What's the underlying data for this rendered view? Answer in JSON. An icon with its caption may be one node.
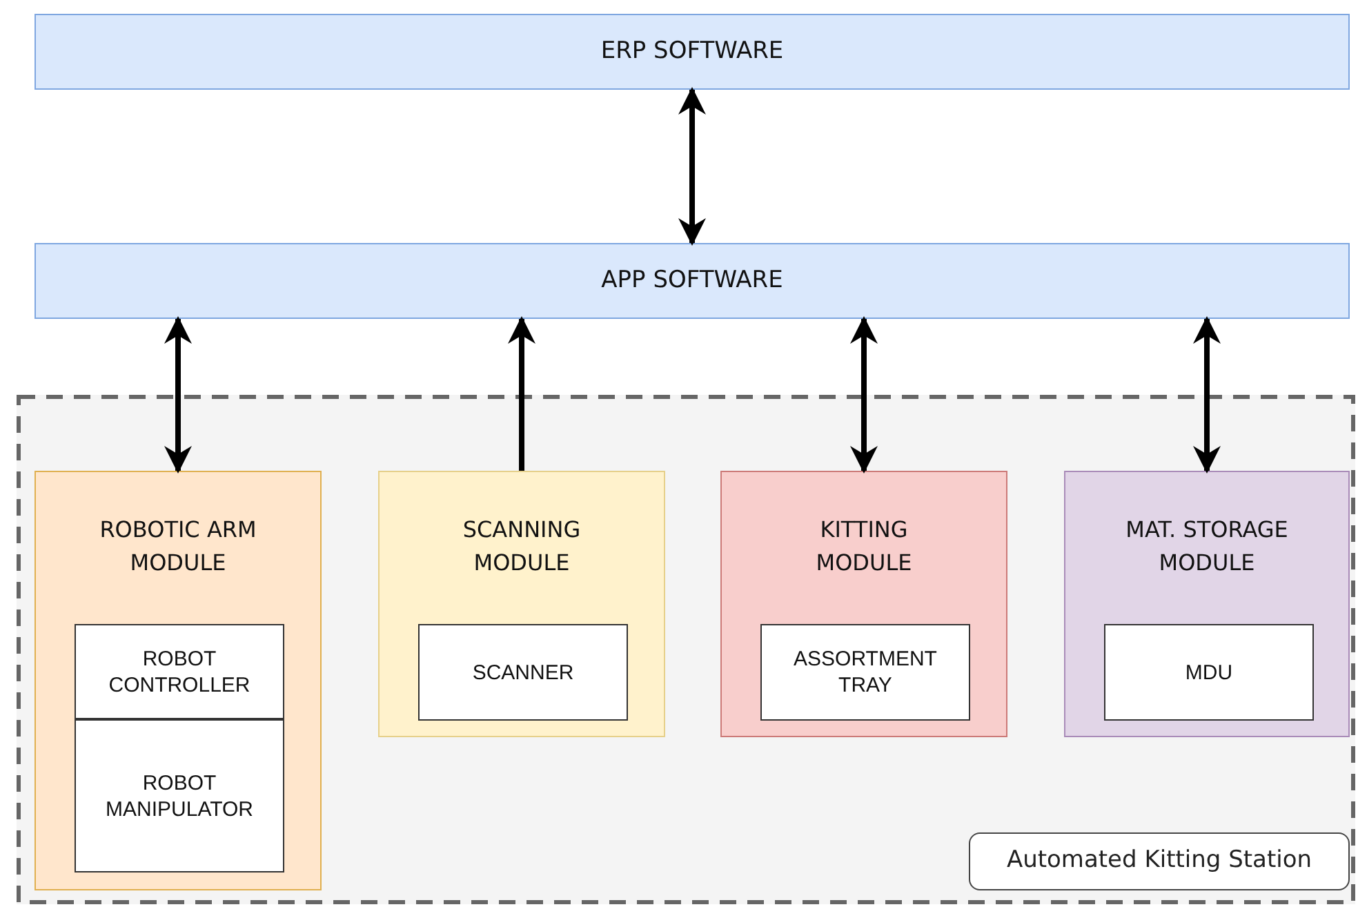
{
  "diagram": {
    "nodes": [
      {
        "text": [
          "ERP SOFTWARE"
        ]
      },
      {
        "text": [
          "APP SOFTWARE"
        ]
      },
      {
        "text": [],
        "shape": "box"
      },
      {
        "text": [
          "ROBOTIC ARM MODULE"
        ],
        "in": 2
      },
      {
        "text": [
          "ROBOT CONTROLLER"
        ],
        "in": 3
      },
      {
        "text": [
          "ROBOT MANIPULATOR"
        ],
        "in": 3
      },
      {
        "text": [
          "SCANNING MODULE"
        ],
        "in": 2
      },
      {
        "text": [
          "SCANNER"
        ],
        "in": 6
      },
      {
        "text": [
          "KITTING MODULE"
        ],
        "in": 2
      },
      {
        "text": [
          "ASSORTMENT TRAY"
        ],
        "in": 8
      },
      {
        "text": [
          "MAT. STORAGE MODULE"
        ],
        "in": 2
      },
      {
        "text": [
          "MDU"
        ],
        "in": 10
      },
      {
        "text": [
          "Automated Kitting Station"
        ],
        "in": 2
      }
    ],
    "edges": [
      {
        "from": 0,
        "to": 1,
        "arrow": "both"
      },
      {
        "from": 1,
        "to": 3,
        "arrow": "both"
      },
      {
        "from": 6,
        "to": 1,
        "arrow": "to"
      },
      {
        "from": 1,
        "to": 8,
        "arrow": "both"
      },
      {
        "from": 1,
        "to": 10,
        "arrow": "both"
      }
    ]
  }
}
